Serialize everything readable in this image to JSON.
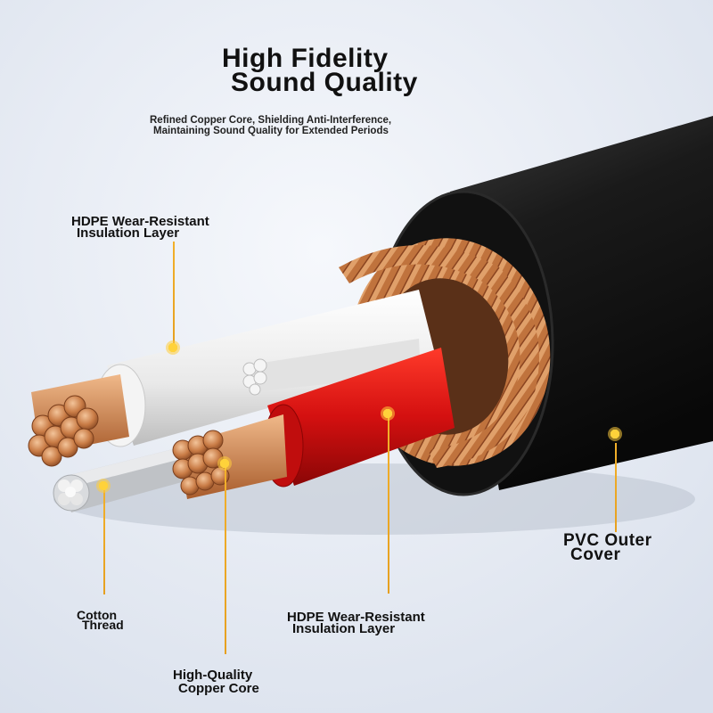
{
  "header": {
    "title_line1": "High Fidelity",
    "title_line2": "Sound Quality",
    "subtitle_line1": "Refined Copper Core, Shielding Anti-Interference,",
    "subtitle_line2": "Maintaining Sound Quality for Extended Periods"
  },
  "callouts": {
    "hdpe_top": {
      "line1": "HDPE Wear-Resistant",
      "line2": "Insulation Layer"
    },
    "cotton": {
      "line1": "Cotton",
      "line2": "Thread"
    },
    "copper": {
      "line1": "High-Quality",
      "line2": "Copper Core"
    },
    "hdpe_bottom": {
      "line1": "HDPE Wear-Resistant",
      "line2": "Insulation Layer"
    },
    "pvc": {
      "line1": "PVC Outer",
      "line2": "Cover"
    }
  },
  "colors": {
    "background": "#e4e9f2",
    "jacket": "#151515",
    "copper": "#c77a45",
    "white_insulation": "#eeeeee",
    "red_insulation": "#d61010",
    "callout_line": "#f0a81e",
    "callout_dot": "#ffd23a"
  }
}
